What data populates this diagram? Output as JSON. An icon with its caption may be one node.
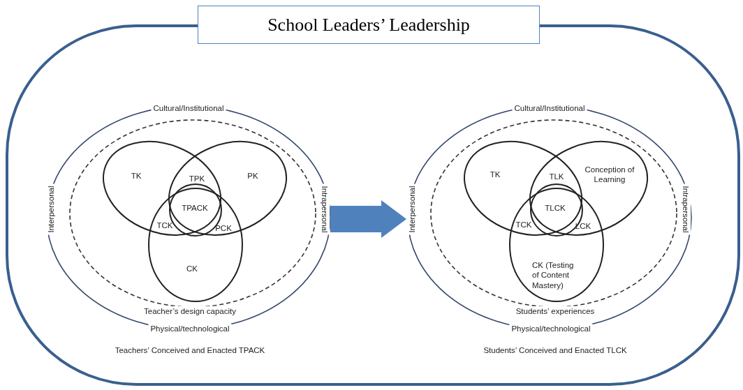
{
  "diagram": {
    "nodes": [
      {
        "text": [
          "School Leaders’ Leadership"
        ]
      },
      {
        "text": [
          "Cultural/Institutional",
          "Interpersonal",
          "Intrapersonal",
          "Physical/technological"
        ],
        "in": 0
      },
      {
        "text": [
          "Teacher’s design capacity"
        ],
        "in": 1
      },
      {
        "text": [
          "TK"
        ],
        "in": 2
      },
      {
        "text": [
          "PK"
        ],
        "in": 2
      },
      {
        "text": [
          "CK"
        ],
        "in": 2
      },
      {
        "text": [
          "TPACK"
        ]
      },
      {
        "text": [
          "Cultural/Institutional",
          "Interpersonal",
          "Intrapersonal",
          "Physical/technological"
        ],
        "in": 0
      },
      {
        "text": [
          "Students’ experiences"
        ],
        "in": 7
      },
      {
        "text": [
          "TK"
        ],
        "in": 8
      },
      {
        "text": [
          "Conception of Learning"
        ],
        "in": 8
      },
      {
        "text": [
          "CK (Testing of Content Mastery)"
        ],
        "in": 8
      },
      {
        "text": [
          "TLCK"
        ]
      }
    ],
    "edges": [
      {
        "from": 1,
        "to": 7,
        "arrow": "to",
        "color": "#4f81bd"
      }
    ],
    "labels": [
      "TPK",
      "TCK",
      "PCK",
      "Teachers’ Conceived and Enacted TPACK",
      "TLK",
      "TCK",
      "LCK",
      "Students’ Conceived and Enacted TLCK"
    ]
  }
}
